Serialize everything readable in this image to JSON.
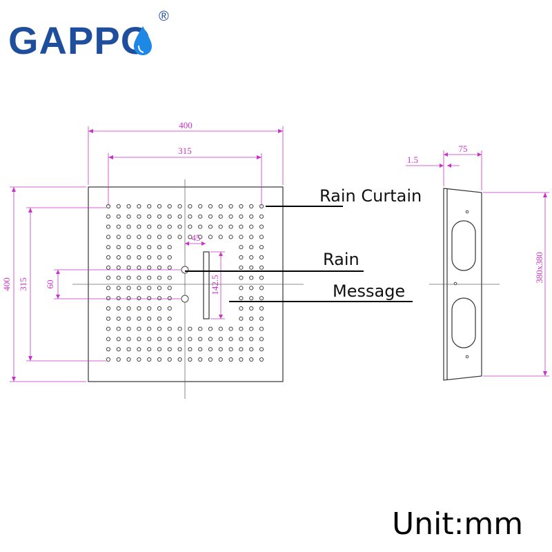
{
  "brand": {
    "name": "GAPPO",
    "registered": "®",
    "color": "#1f4e9d",
    "drop_color": "#1e88e5"
  },
  "front_view": {
    "dimensions": {
      "width_outer": "400",
      "width_inner": "315",
      "height_outer": "400",
      "height_inner": "315",
      "nozzle_spacing": "45",
      "inlet_spacing": "60",
      "slot_height": "142.5"
    },
    "nozzle_grid": {
      "rows": 16,
      "cols": 16
    }
  },
  "side_view": {
    "dimensions": {
      "depth": "75",
      "plate_thickness": "1.5",
      "size": "380x380"
    }
  },
  "callouts": [
    {
      "label": "Rain Curtain"
    },
    {
      "label": "Rain"
    },
    {
      "label": "Message"
    }
  ],
  "unit_note": "Unit:mm",
  "colors": {
    "dimension": "#c832c8",
    "outline": "#333333"
  }
}
